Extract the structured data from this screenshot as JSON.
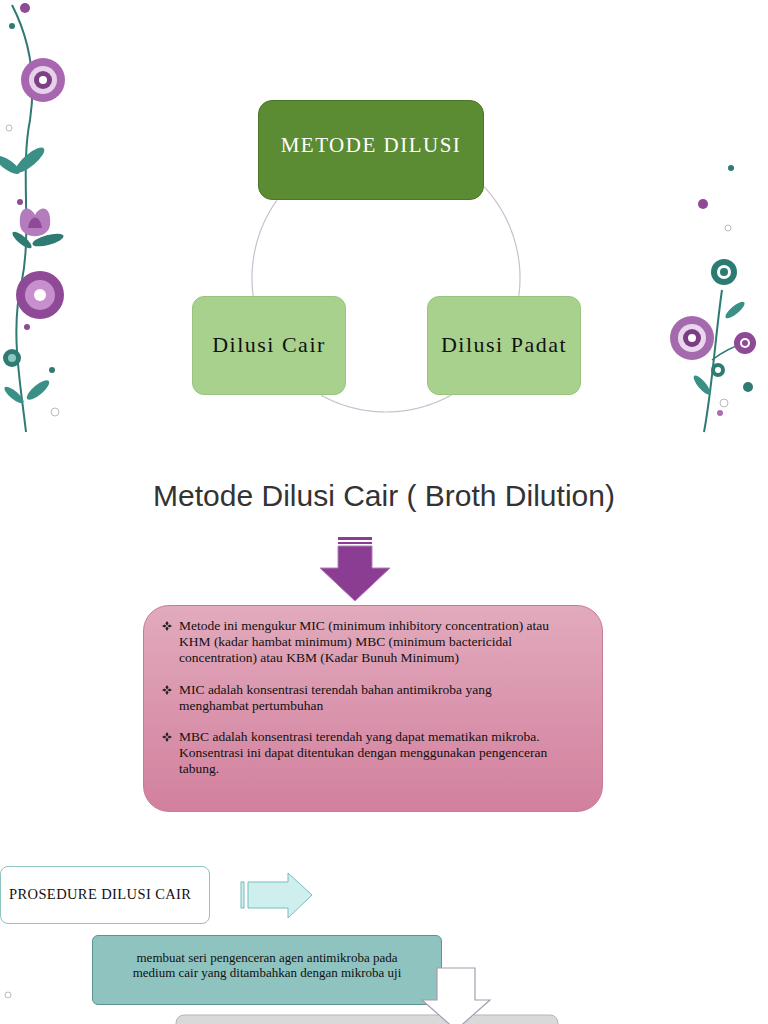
{
  "diagram": {
    "title": "Metode Dilusi Cair ( Broth Dilution)",
    "nodes": [
      {
        "text": [
          "METODE DILUSI"
        ]
      },
      {
        "text": [
          "Dilusi Cair"
        ]
      },
      {
        "text": [
          "Dilusi Padat"
        ]
      },
      {
        "text": [
          "Metode ini mengukur MIC (minimum inhibitory concentration) atau KHM (kadar hambat minimum) MBC (minimum bactericidal concentration) atau KBM (Kadar Bunuh Minimum)",
          "MIC adalah konsentrasi terendah bahan antimikroba yang menghambat pertumbuhan",
          "MBC adalah konsentrasi terendah yang dapat mematikan mikroba. Konsentrasi ini dapat ditentukan dengan menggunakan pengenceran tabung."
        ]
      },
      {
        "text": [
          "PROSEDURE DILUSI CAIR"
        ]
      },
      {
        "text": [
          "membuat seri pengenceran agen antimikroba pada medium cair yang ditambahkan dengan mikroba uji"
        ]
      }
    ],
    "edges": [
      {
        "from": 0,
        "to": 1,
        "arrow": "none"
      },
      {
        "from": 1,
        "to": 2,
        "arrow": "none"
      },
      {
        "from": 2,
        "to": 0,
        "arrow": "none"
      }
    ]
  }
}
